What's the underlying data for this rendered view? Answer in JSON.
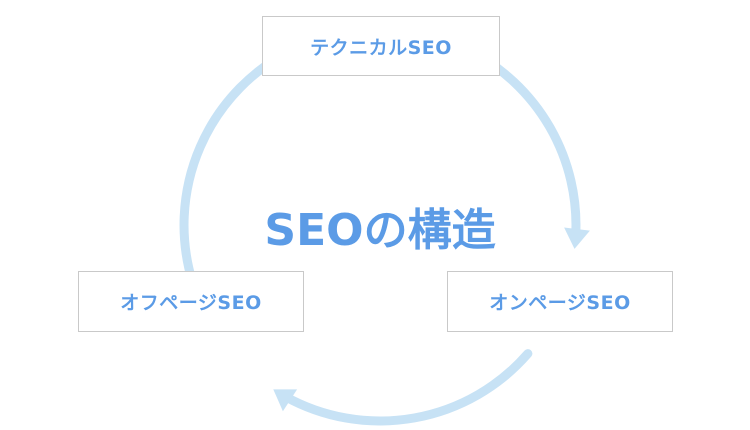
{
  "colors": {
    "accent": "#5b9be6",
    "arrow": "#c7e2f5",
    "box_border": "#c9c9c9",
    "background": "#ffffff"
  },
  "diagram": {
    "title": "SEOの構造",
    "nodes": [
      {
        "id": "technical",
        "label": "テクニカルSEO"
      },
      {
        "id": "onpage",
        "label": "オンページSEO"
      },
      {
        "id": "offpage",
        "label": "オフページSEO"
      }
    ],
    "edges": [
      {
        "from": "technical",
        "to": "onpage"
      },
      {
        "from": "onpage",
        "to": "offpage"
      },
      {
        "from": "offpage",
        "to": "technical"
      }
    ]
  }
}
